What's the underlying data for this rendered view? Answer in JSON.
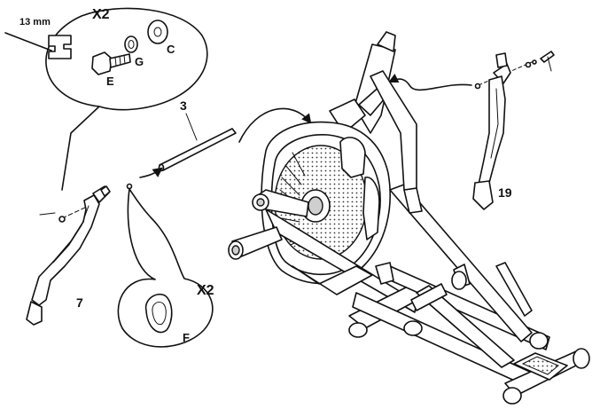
{
  "callout_hardware": {
    "qty": "X2",
    "tool_size": "13 mm",
    "bolt": "E",
    "lock_washer": "G",
    "washer": "C"
  },
  "callout_bushing": {
    "qty": "X2",
    "part": "F"
  },
  "parts": {
    "axle": "3",
    "left_arm": "7",
    "right_arm": "19"
  }
}
